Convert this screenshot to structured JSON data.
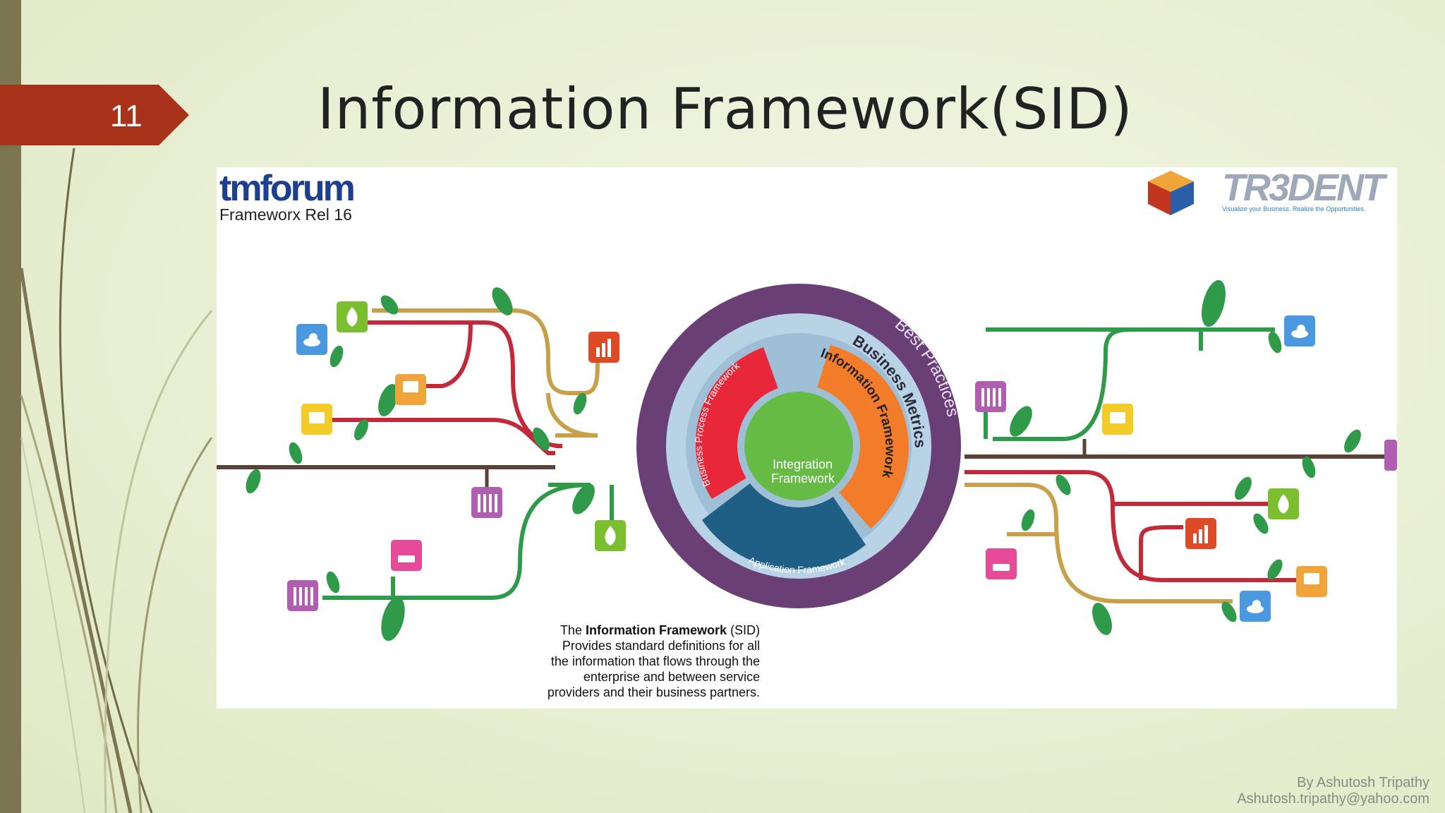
{
  "slide": {
    "number": "11",
    "title": "Information Framework(SID)",
    "accent_color": "#a8321a",
    "sidebar_color": "#7c7552"
  },
  "figure": {
    "brand_logo": {
      "text": "tmforum",
      "subtitle": "Frameworx Rel 16"
    },
    "partner_logo": {
      "text": "TR3DENT",
      "tagline": "Visualize your Business. Realize the Opportunities."
    },
    "rings": {
      "outer": "Best Practices",
      "middle": "Business Metrics",
      "segments": [
        "Business Process Framework",
        "Information Framework",
        "Application Framework"
      ],
      "core": [
        "Integration",
        "Framework"
      ]
    },
    "caption": {
      "prefix": "The ",
      "bold": "Information Framework",
      "suffix": " (SID)",
      "lines": [
        "Provides standard definitions for all",
        "the information that flows through the",
        "enterprise and between service",
        "providers and their business partners."
      ]
    },
    "icons": [
      "cloud-icon",
      "flame-icon",
      "chart-icon",
      "phone-icon",
      "router-icon",
      "equalizer-icon"
    ]
  },
  "footer": {
    "author": "By Ashutosh Tripathy",
    "email": "Ashutosh.tripathy@yahoo.com"
  }
}
